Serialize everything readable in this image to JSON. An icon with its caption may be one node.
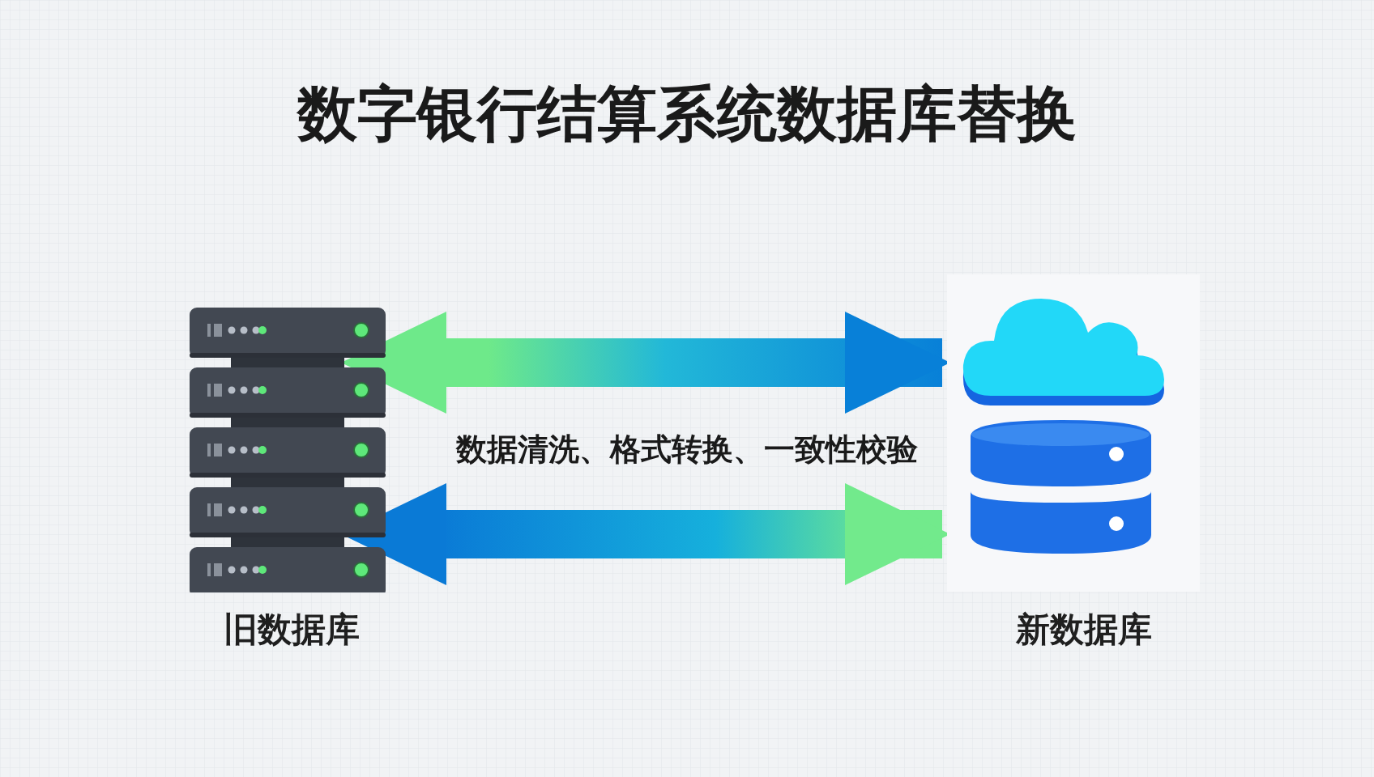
{
  "diagram": {
    "title": "数字银行结算系统数据库替换",
    "nodes": [
      {
        "text": [
          "旧数据库"
        ]
      },
      {
        "text": [
          "新数据库"
        ]
      }
    ],
    "edges": [
      {
        "from": 0,
        "to": 1,
        "arrow": "both"
      },
      {
        "from": 0,
        "to": 1,
        "arrow": "both"
      }
    ],
    "labels": [
      "数据清洗、格式转换、一致性校验"
    ]
  }
}
